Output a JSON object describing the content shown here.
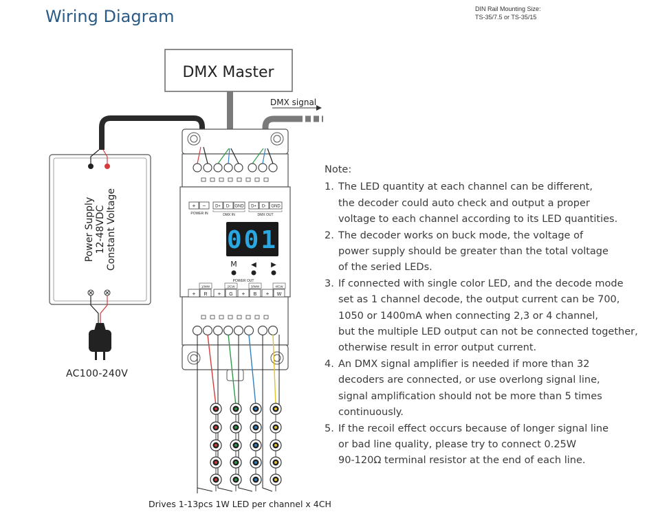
{
  "title": "Wiring Diagram",
  "din": {
    "line1": "DIN Rail Mounting Size:",
    "line2": "TS-35/7.5 or TS-35/15"
  },
  "dmx_master": "DMX Master",
  "dmx_signal": "DMX signal",
  "power_supply": {
    "line1": "Power Supply",
    "line2": "12-48VDC",
    "line3": "Constant Voltage"
  },
  "ac_input": "AC100-240V",
  "decoder": {
    "display": "001",
    "buttons": [
      "M",
      "◀",
      "▶"
    ],
    "top_terminals": [
      "+",
      "−",
      "D+",
      "D-",
      "GND",
      "D+",
      "D-",
      "GND"
    ],
    "top_group_labels": [
      "POWER IN",
      "DMX IN",
      "DMX OUT"
    ],
    "power_out_label": "POWER OUT",
    "bottom_terminals": [
      "+",
      "R",
      "+",
      "G",
      "+",
      "B",
      "+",
      "W"
    ],
    "channel_labels": [
      "1/WW",
      "2/CW",
      "3/WW",
      "4/CW"
    ]
  },
  "led_caption": "Drives 1-13pcs 1W LED per channel x 4CH",
  "notes": {
    "title": "Note:",
    "items": [
      {
        "num": "1.",
        "text": "The LED quantity at each channel can be different,\nthe decoder could auto check and output a proper\nvoltage to each channel according to its LED quantities."
      },
      {
        "num": "2.",
        "text": "The decoder works on buck mode, the voltage of\npower supply should be greater than the total voltage\nof the seried LEDs."
      },
      {
        "num": "3.",
        "text": "If connected with single color LED, and the decode mode\nset as 1 channel decode, the output current can be 700,\n1050  or 1400mA when connecting 2,3 or 4 channel,\nbut the multiple LED output can not be connected together,\notherwise result in error output current."
      },
      {
        "num": "4.",
        "text": "An DMX signal amplifier is needed if more than 32\ndecoders are connected, or use overlong signal line,\nsignal amplification should not be more than 5 times\ncontinuously."
      },
      {
        "num": "5.",
        "text": "If the recoil effect occurs because of longer signal line\nor bad line quality, please try to connect 0.25W\n90-120Ω terminal resistor at the end of each line."
      }
    ]
  },
  "colors": {
    "title": "#2a5a86",
    "display_bg": "#1a1a1a",
    "display_digits": "#2aa6e0",
    "wire_red": "#d33b3b",
    "wire_green": "#2e9a4a",
    "wire_blue": "#2f7fc0",
    "wire_yellow": "#e3c22b",
    "cable": "#333333",
    "signal_cable": "#7a7a7a"
  }
}
